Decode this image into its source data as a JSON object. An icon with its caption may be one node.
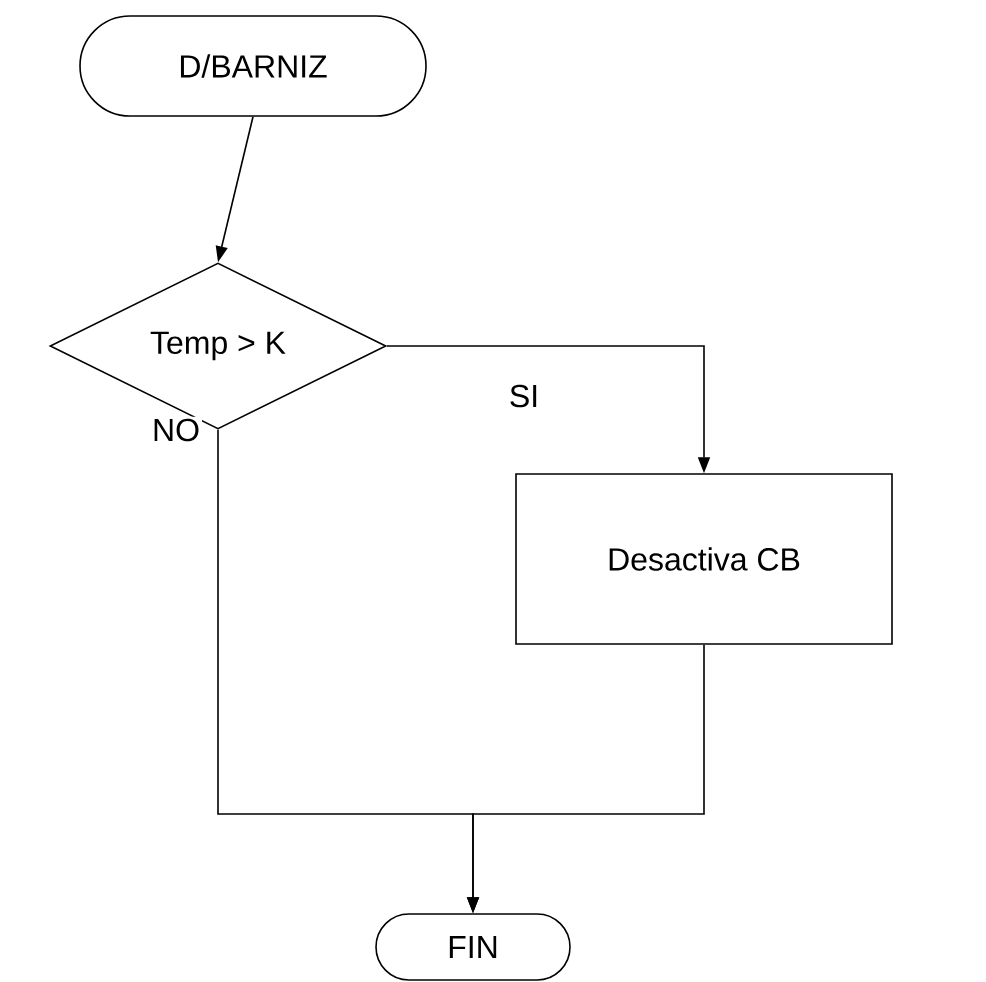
{
  "diagram": {
    "nodes": [
      {
        "text": [
          "D/BARNIZ"
        ]
      },
      {
        "text": [
          "Temp > K"
        ]
      },
      {
        "text": [
          "Desactiva CB"
        ]
      },
      {
        "text": [
          "FIN"
        ]
      }
    ],
    "edges": [
      {
        "from": 0,
        "to": 1,
        "arrow": "to"
      },
      {
        "from": 1,
        "to": 2,
        "arrow": "to",
        "label": "SI"
      },
      {
        "from": 1,
        "to": 3,
        "arrow": "to",
        "label": "NO"
      },
      {
        "from": 2,
        "to": 3,
        "arrow": "to"
      }
    ]
  }
}
